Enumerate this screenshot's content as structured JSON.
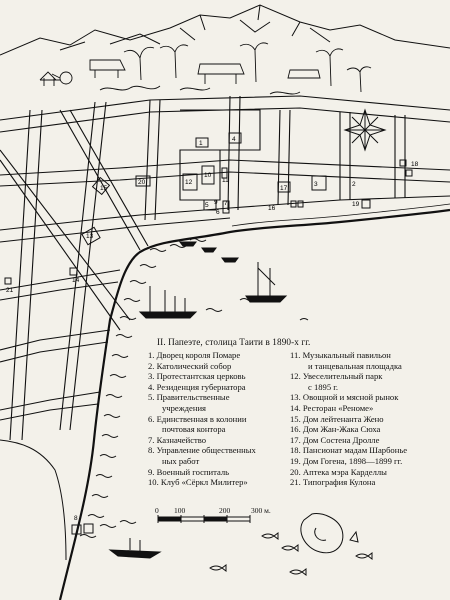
{
  "caption": "II. Папеэте, столица Таити в 1890-х гг.",
  "legend_left": [
    "1. Дворец короля Помаре",
    "2. Католический собор",
    "3. Протестантская церковь",
    "4. Резиденция губернатора",
    "5. Правительственные",
    "учреждения",
    "6. Единственная в колонии",
    "почтовая контора",
    "7. Казначейство",
    "8. Управление общественных",
    "ных работ",
    "9. Военный госпиталь",
    "10. Клуб «Сёркл Милитер»"
  ],
  "legend_right": [
    "11. Музыкальный павильон",
    "и танцевальная площадка",
    "12. Увеселительный парк",
    "с 1895 г.",
    "13. Овощной и мясной рынок",
    "14. Ресторан «Реноме»",
    "15. Дом лейтенанта Жено",
    "16. Дом Жан-Жака Сюха",
    "17. Дом Состена Дролле",
    "18. Пансионат мадам Шарбонье",
    "19. Дом Гогена, 1898—1899 гг.",
    "20. Аптека мэра Карделлы",
    "21. Типография Кулона"
  ],
  "scale": {
    "labels": [
      "0",
      "100",
      "200",
      "300 м."
    ]
  },
  "map_labels": [
    "1",
    "4",
    "20",
    "12",
    "10",
    "11",
    "5",
    "7",
    "9",
    "17",
    "3",
    "2",
    "16",
    "19",
    "18",
    "13",
    "14",
    "21",
    "15",
    "6",
    "8"
  ]
}
